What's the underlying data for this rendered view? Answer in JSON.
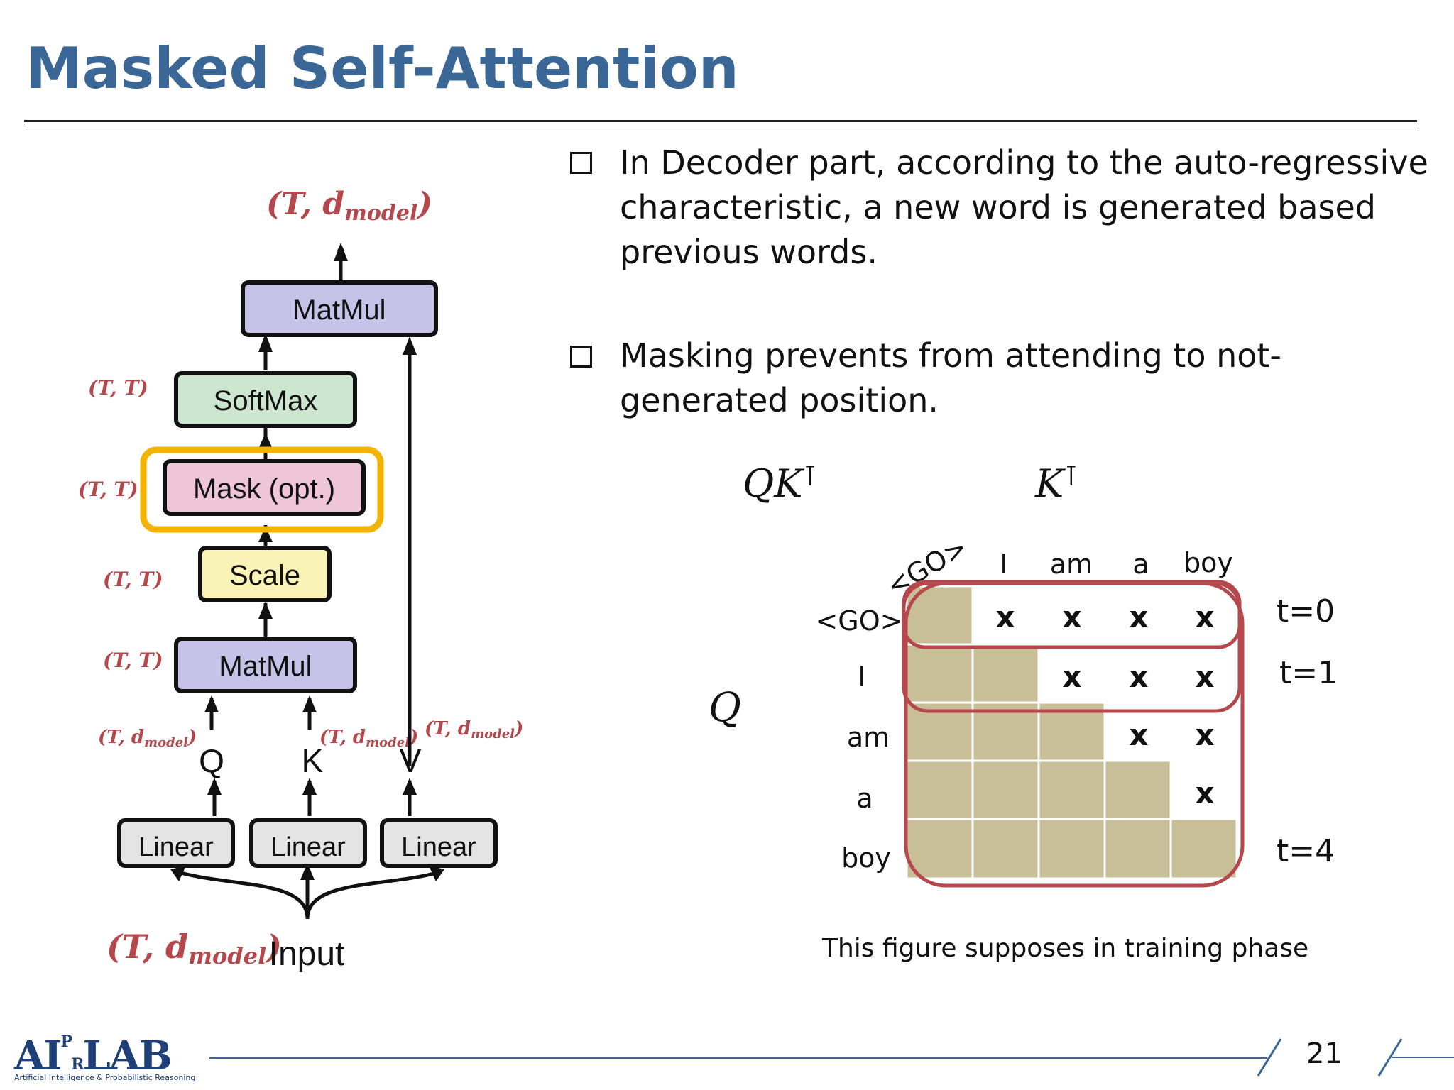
{
  "slide": {
    "title": "Masked Self-Attention",
    "page_number": "21"
  },
  "bullets": [
    {
      "text": "In Decoder part, according to the auto-regressive characteristic, a new word is generated based previous words."
    },
    {
      "text": "Masking prevents from attending to not-generated position."
    }
  ],
  "diagram": {
    "output_dim": "(T, d",
    "output_sub": "model",
    "blocks": {
      "matmul_top": "MatMul",
      "softmax": "SoftMax",
      "mask": "Mask (opt.)",
      "scale": "Scale",
      "matmul_bottom": "MatMul",
      "linear": [
        "Linear",
        "Linear",
        "Linear"
      ]
    },
    "dims": {
      "softmax": "(T, T)",
      "mask": "(T, T)",
      "scale": "(T, T)",
      "matmul_bottom": "(T, T)",
      "q": "(T, d",
      "k": "(T, d",
      "v": "(T, d",
      "input": "(T, d",
      "sub": "model"
    },
    "qkv": [
      "Q",
      "K",
      "V"
    ],
    "input_label": "Input"
  },
  "matrix": {
    "label_qkt": "QK",
    "label_kt": "K",
    "transpose_mark": "⊺",
    "label_q": "Q",
    "col_labels": [
      "<GO>",
      "I",
      "am",
      "a",
      "boy"
    ],
    "row_labels": [
      "<GO>",
      "I",
      "am",
      "a",
      "boy"
    ],
    "mask_symbol": "x",
    "time_labels": [
      "t=0",
      "t=1",
      "t=4"
    ],
    "caption": "This figure supposes in training phase",
    "colors": {
      "cell": "#c8bf98",
      "highlight": "#b5484c"
    }
  },
  "footer": {
    "logo_text": "AIPRLAB",
    "logo_main_a": "AI",
    "logo_main_p": "P",
    "logo_main_r": "R",
    "logo_main_b": "LAB",
    "logo_sub": "Artificial Intelligence & Probabilistic Reasoning"
  },
  "colors": {
    "title": "#3a6796",
    "dim_label": "#b5484c",
    "accent": "#f2b400"
  }
}
